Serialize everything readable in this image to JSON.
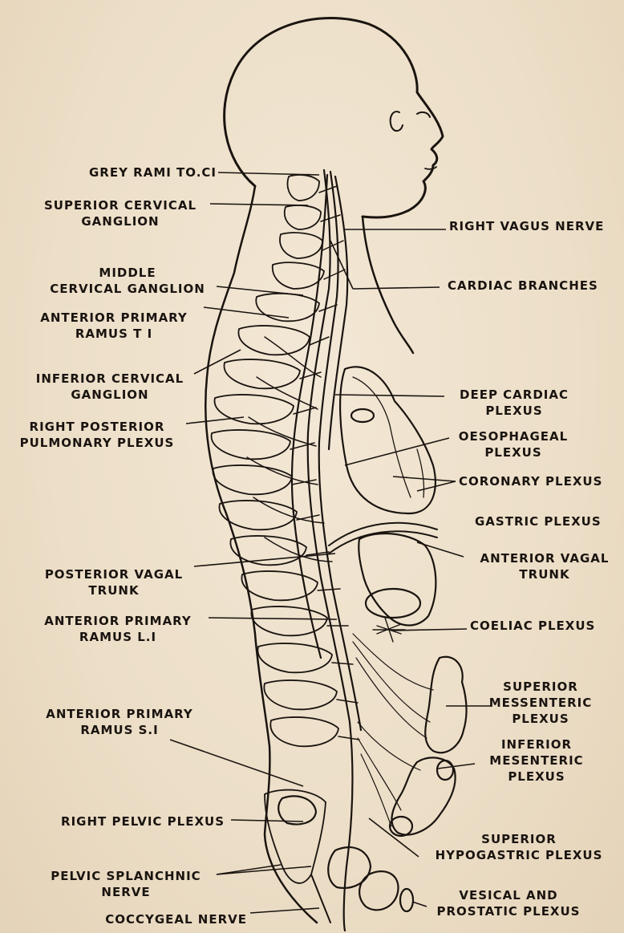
{
  "labels": {
    "grey_rami": "GREY RAMI TO.CI",
    "superior_cervical_1": "SUPERIOR CERVICAL",
    "superior_cervical_2": "GANGLION",
    "middle_1": "MIDDLE",
    "middle_2": "CERVICAL GANGLION",
    "anterior_t1_1": "ANTERIOR PRIMARY",
    "anterior_t1_2": "RAMUS T I",
    "inferior_cervical_1": "INFERIOR CERVICAL",
    "inferior_cervical_2": "GANGLION",
    "right_posterior_1": "RIGHT POSTERIOR",
    "right_posterior_2": "PULMONARY PLEXUS",
    "posterior_vagal_1": "POSTERIOR VAGAL",
    "posterior_vagal_2": "TRUNK",
    "anterior_l1_1": "ANTERIOR PRIMARY",
    "anterior_l1_2": "RAMUS L.I",
    "anterior_s1_1": "ANTERIOR PRIMARY",
    "anterior_s1_2": "RAMUS S.I",
    "right_pelvic": "RIGHT PELVIC PLEXUS",
    "pelvic_splanchnic_1": "PELVIC SPLANCHNIC",
    "pelvic_splanchnic_2": "NERVE",
    "coccygeal": "COCCYGEAL NERVE",
    "right_vagus": "RIGHT VAGUS NERVE",
    "cardiac_branches": "CARDIAC BRANCHES",
    "deep_cardiac_1": "DEEP CARDIAC",
    "deep_cardiac_2": "PLEXUS",
    "oesophageal_1": "OESOPHAGEAL",
    "oesophageal_2": "PLEXUS",
    "coronary": "CORONARY PLEXUS",
    "gastric": "GASTRIC PLEXUS",
    "anterior_vagal_1": "ANTERIOR VAGAL",
    "anterior_vagal_2": "TRUNK",
    "coeliac": "COELIAC PLEXUS",
    "sup_mesenteric_1": "SUPERIOR",
    "sup_mesenteric_2": "MESSENTERIC",
    "sup_mesenteric_3": "PLEXUS",
    "inf_mesenteric_1": "INFERIOR",
    "inf_mesenteric_2": "MESENTERIC",
    "inf_mesenteric_3": "PLEXUS",
    "sup_hypogastric_1": "SUPERIOR",
    "sup_hypogastric_2": "HYPOGASTRIC PLEXUS",
    "vesical_1": "VESICAL AND",
    "vesical_2": "PROSTATIC PLEXUS"
  },
  "colors": {
    "ink": "#1a1410",
    "paper": "#efe3cf"
  }
}
